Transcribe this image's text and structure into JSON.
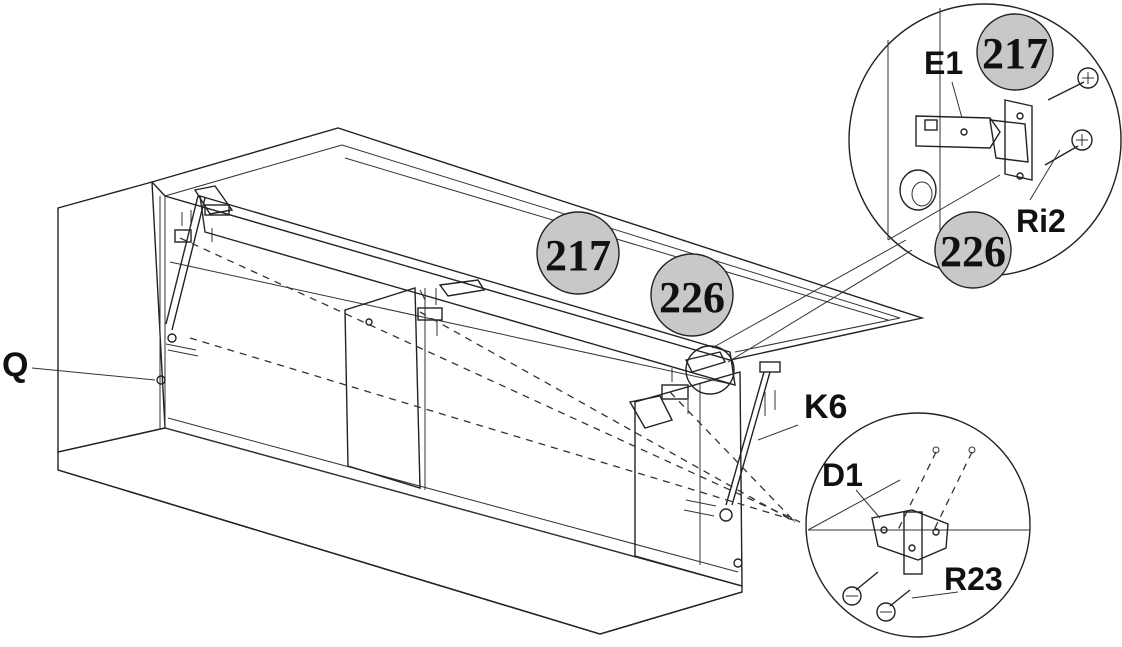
{
  "labels": {
    "q": "Q",
    "k6": "K6",
    "e1": "E1",
    "ri2": "Ri2",
    "d1": "D1",
    "r23": "R23"
  },
  "badges": {
    "main_left": "217",
    "main_right": "226",
    "inset_top": "217",
    "inset_bottom": "226"
  },
  "colors": {
    "badge_fill": "#c8c8c8",
    "line": "#222222"
  }
}
